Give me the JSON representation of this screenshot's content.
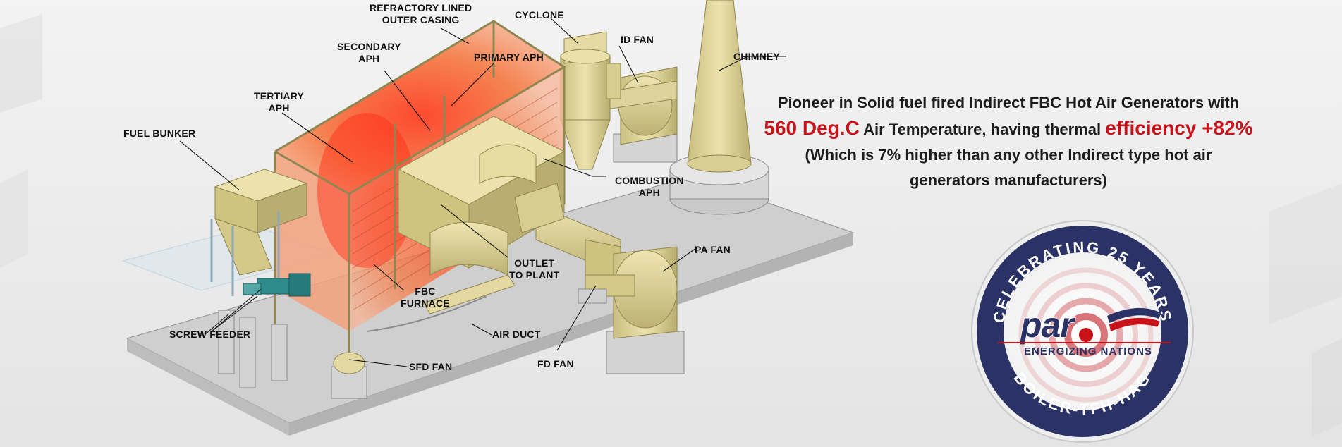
{
  "labels": {
    "refractory_line1": "REFRACTORY LINED",
    "refractory_line2": "OUTER CASING",
    "cyclone": "CYCLONE",
    "id_fan": "ID FAN",
    "chimney": "CHIMNEY",
    "secondary_line1": "SECONDARY",
    "secondary_line2": "APH",
    "primary": "PRIMARY APH",
    "tertiary_line1": "TERTIARY",
    "tertiary_line2": "APH",
    "fuel_bunker": "FUEL BUNKER",
    "combustion_line1": "COMBUSTION",
    "combustion_line2": "APH",
    "pa_fan": "PA FAN",
    "outlet_line1": "OUTLET",
    "outlet_line2": "TO PLANT",
    "fbc_line1": "FBC",
    "fbc_line2": "FURNACE",
    "screw_feeder": "SCREW FEEDER",
    "air_duct": "AIR DUCT",
    "fd_fan": "FD FAN",
    "sfd_fan": "SFD FAN"
  },
  "headline": {
    "line1": "Pioneer in Solid fuel fired Indirect FBC Hot Air Generators with",
    "temp_value": "560 Deg.C",
    "line2_mid": " Air Temperature, having thermal ",
    "efficiency_value": "efficiency +82%",
    "line3": "(Which is 7% higher than any other Indirect type hot air",
    "line4": "generators manufacturers)"
  },
  "badge": {
    "top_text": "CELEBRATING 25 YEARS",
    "bottom_text": "BOILER-TFH-HAG",
    "brand": "par",
    "tagline": "ENERGIZING NATIONS"
  },
  "colors": {
    "accent_red": "#c8131b",
    "badge_navy": "#2a3266",
    "equipment_tan": "#ddd29a",
    "hot_orange": "#ef6a3a"
  }
}
